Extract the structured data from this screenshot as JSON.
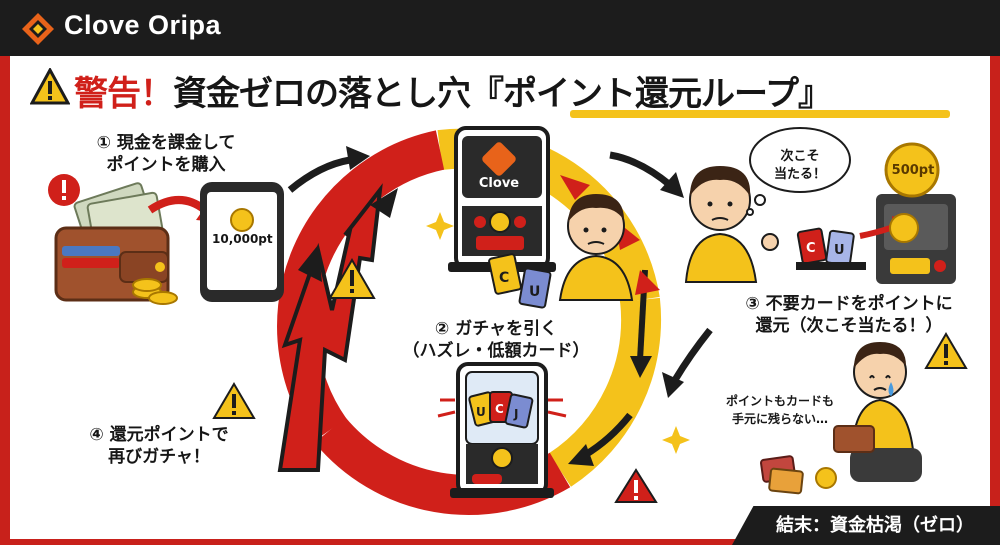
{
  "brand": {
    "name": "Clove Oripa",
    "machine_logo": "Clove"
  },
  "title": {
    "warning": "警告！",
    "main": "資金ゼロの落とし穴『ポイント還元ループ』"
  },
  "steps": {
    "s1_line1": "① 現金を課金して",
    "s1_line2": "ポイントを購入",
    "s2_line1": "② ガチャを引く",
    "s2_line2": "（ハズレ・低額カード）",
    "s3_line1": "③ 不要カードをポイントに",
    "s3_line2": "還元（次こそ当たる！）",
    "s4_line1": "④ 還元ポイントで",
    "s4_line2": "再びガチャ！"
  },
  "phone_points": "10,000pt",
  "coin_points": "500pt",
  "thought": {
    "line1": "次こそ",
    "line2": "当たる！"
  },
  "note": {
    "line1": "ポイントもカードも",
    "line2": "手元に残らない…"
  },
  "result": "結末：資金枯渇（ゼロ）",
  "card_letters": [
    "C",
    "U",
    "C",
    "U",
    "C",
    "J"
  ],
  "colors": {
    "red": "#d0201a",
    "yellow": "#f4c21b",
    "dark": "#1c1c1c"
  },
  "icons": [
    "warning-icon",
    "wallet-icon",
    "smartphone-icon",
    "gacha-machine-icon",
    "point-exchange-machine-icon",
    "person-icon"
  ]
}
